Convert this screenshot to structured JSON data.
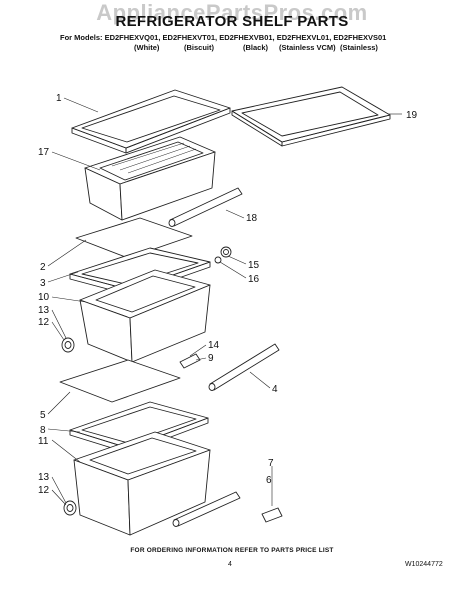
{
  "watermark": "AppliancePartsPros.com",
  "header": {
    "title": "REFRIGERATOR SHELF PARTS",
    "models": "For Models: ED2FHEXVQ01, ED2FHEXVT01, ED2FHEXVB01, ED2FHEXVL01, ED2FHEXVS01",
    "colors": [
      "(White)",
      "(Biscuit)",
      "(Black)",
      "(Stainless VCM)",
      "(Stainless)"
    ]
  },
  "callouts": {
    "c1": "1",
    "c17": "17",
    "c19": "19",
    "c18": "18",
    "c2": "2",
    "c3": "3",
    "c15": "15",
    "c16": "16",
    "c10": "10",
    "c13a": "13",
    "c12a": "12",
    "c14": "14",
    "c9": "9",
    "c4": "4",
    "c5": "5",
    "c8": "8",
    "c11": "11",
    "c7": "7",
    "c6": "6",
    "c13b": "13",
    "c12b": "12"
  },
  "footer": {
    "note": "FOR ORDERING INFORMATION REFER TO PARTS PRICE LIST",
    "page": "4",
    "doc_number": "W10244772"
  }
}
